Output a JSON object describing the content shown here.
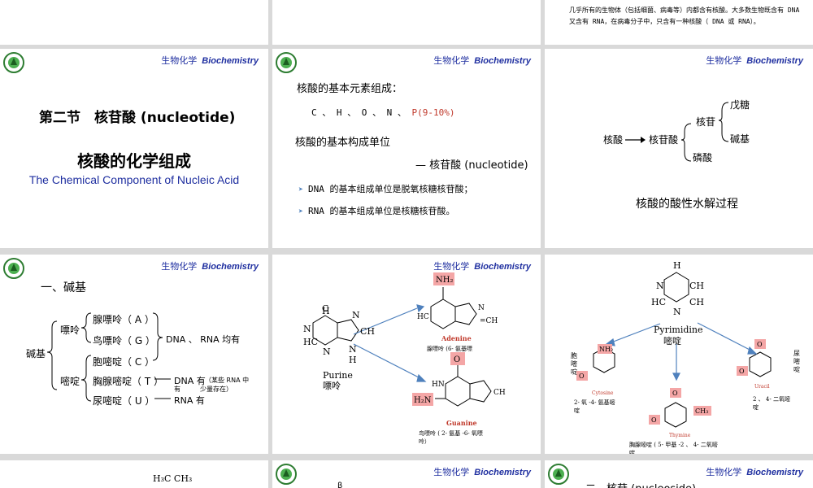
{
  "header": {
    "cn": "生物化学",
    "en": "Biochemistry"
  },
  "colors": {
    "header_blue": "#1f2fa0",
    "highlight": "#f4a6a6",
    "arrow_blue": "#4f81bd",
    "phosphorus": "#c0392b"
  },
  "top_text": "几乎所有的生物体（包括细菌、病毒等）内都含有核酸。大多数生物既含有 DNA 又含有 RNA，在病毒分子中，只含有一种核酸（ DNA 或 RNA）。",
  "s1": {
    "section": "第二节　核苷酸 (nucleotide)",
    "title": "核酸的化学组成",
    "subtitle": "The Chemical Component of Nucleic Acid"
  },
  "s2": {
    "elements_heading": "核酸的基本元素组成：",
    "elements": "C 、 H 、 O 、 N 、",
    "phosphorus": "P(9-10%)",
    "unit_heading": "核酸的基本构成单位",
    "unit": "— 核苷酸 (nucleotide)",
    "bullets": [
      "DNA 的基本组成单位是脱氧核糖核苷酸；",
      "RNA 的基本组成单位是核糖核苷酸。"
    ]
  },
  "s3": {
    "nucleic": "核酸",
    "nucleotide": "核苷酸",
    "nucleoside": "核苷",
    "phosphate": "磷酸",
    "pentose": "戊糖",
    "base": "碱基",
    "caption": "核酸的酸性水解过程"
  },
  "s4": {
    "heading": "一、碱基",
    "base": "碱基",
    "purine": "嘌呤",
    "pyrimidine": "嘧啶",
    "items": [
      "腺嘌呤（ A ）",
      "鸟嘌呤（ G ）",
      "胞嘧啶（ C ）",
      "胸腺嘧啶（ T ）",
      "尿嘧啶（ U ）"
    ],
    "both": "DNA 、 RNA 均有",
    "t_dna": "DNA 有",
    "t_note1": "（某些 RNA 中",
    "t_note2": "有　　　少量存在）",
    "u_rna": "RNA 有"
  },
  "s5": {
    "purine_en": "Purine",
    "purine_cn": "嘌呤",
    "adenine": "Adenine",
    "adenine_cn": "腺嘌呤 (6- 氨基嘌",
    "guanine": "Guanine",
    "guanine_cn1": "鸟嘌呤 ( 2- 氨基 -6- 氧嘌",
    "guanine_cn2": "呤）",
    "nh2": "NH₂",
    "o": "O",
    "h2n": "H₂N"
  },
  "s6": {
    "pyrimidine_en": "Pyrimidine",
    "pyrimidine_cn": "嘧啶",
    "cytosine": "Cytosine",
    "cytosine_side": "胞\n嘧\n啶",
    "cytosine_cn1": "2- 氧 -4- 氨基嘧",
    "cytosine_cn2": "啶",
    "thymine": "Thymine",
    "thymine_cn1": "胸腺嘧啶 ( 5- 甲基 -2 、 4- 二氧嘧",
    "thymine_cn2": "啶",
    "uracil": "Uracil",
    "uracil_side": "尿\n嘧\n啶",
    "uracil_cn1": "2 、 4- 二氧嘧",
    "uracil_cn2": "啶",
    "ch3": "CH₃"
  },
  "bottom": {
    "left_label": "H₃C  CH₃",
    "mid_label": "β",
    "right_heading": "二、核苷 (nucleoside)"
  }
}
